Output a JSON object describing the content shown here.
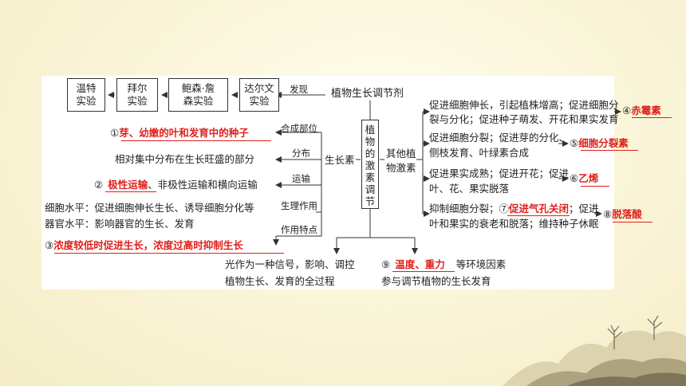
{
  "left_boxes": [
    "温特\n实验",
    "拜尔\n实验",
    "鲍森·詹\n森实验",
    "达尔文\n实验"
  ],
  "discovery_label": "发现",
  "center_title": "植物生长调节剂",
  "center_box": "植物的激素调节",
  "auxin_label": "生长素",
  "other_hormones_label": "其他植\n物激素",
  "auxin_branches": {
    "synthesis": {
      "label": "合成部位",
      "prefix": "①",
      "answer": "芽、幼嫩的叶和发育中的种子"
    },
    "distribution": {
      "label": "分布",
      "text": "相对集中分布在生长旺盛的部分"
    },
    "transport": {
      "label": "运输",
      "prefix": "②",
      "answer": "极性运输",
      "suffix": "、非极性运输和横向运输"
    },
    "physiology": {
      "label": "生理作用",
      "line1": "细胞水平：促进细胞伸长生长、诱导细胞分化等",
      "line2": "器官水平：影响器官的生长、发育"
    },
    "feature": {
      "label": "作用特点",
      "prefix": "③",
      "answer": "浓度较低时促进生长，浓度过高时抑制生长"
    }
  },
  "light": {
    "line1": "光作为一种信号，影响、调控",
    "line2": "植物生长、发育的全过程"
  },
  "env": {
    "prefix": "⑨",
    "answer": "温度、重力",
    "suffix": "等环境因素",
    "line2": "参与调节植物的生长发育"
  },
  "other_hormones": [
    {
      "line1": "促进细胞伸长，引起植株增高；促进细胞分",
      "line2": "裂与分化；促进种子萌发、开花和果实发育",
      "num": "④",
      "answer": "赤霉素"
    },
    {
      "line1": "促进细胞分裂；促进芽的分化、",
      "line2": "侧枝发育、叶绿素合成",
      "num": "⑤",
      "answer": "细胞分裂素"
    },
    {
      "line1": "促进果实成熟；促进开花；促进",
      "line2": "叶、花、果实脱落",
      "num": "⑥",
      "answer": "乙烯"
    },
    {
      "line1_prefix": "抑制细胞分裂；",
      "line1_num": "⑦",
      "line1_answer": "促进气孔关闭",
      "line1_suffix": "；促进",
      "line2": "叶和果实的衰老和脱落；维持种子休眠",
      "num": "⑧",
      "answer": "脱落酸"
    }
  ],
  "colors": {
    "answer": "#e0201b",
    "background": "#fbf6da"
  }
}
